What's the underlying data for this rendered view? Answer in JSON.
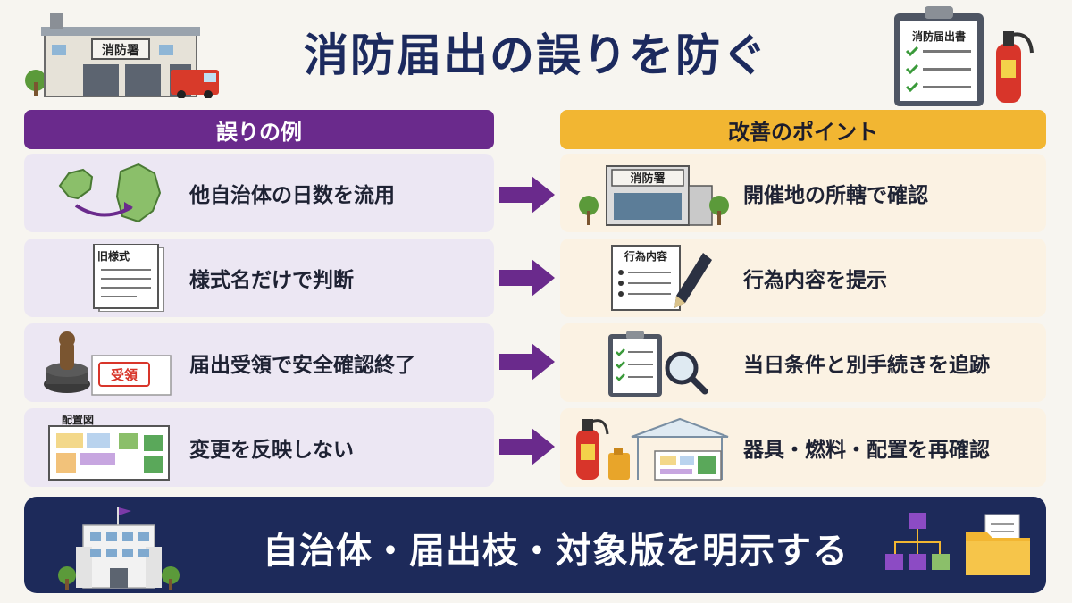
{
  "title": "消防届出の誤りを防ぐ",
  "header_icons": {
    "fire_station_sign": "消防署",
    "clipboard_label": "消防届出書"
  },
  "columns": {
    "mistakes_header": "誤りの例",
    "improvements_header": "改善のポイント"
  },
  "rows": [
    {
      "mistake": "他自治体の日数を流用",
      "mistake_icon": "map-transfer-icon",
      "improvement": "開催地の所轄で確認",
      "improvement_icon": "fire-station-icon",
      "improvement_icon_label": "消防署"
    },
    {
      "mistake": "様式名だけで判断",
      "mistake_icon": "old-form-document-icon",
      "mistake_icon_label": "旧様式",
      "improvement": "行為内容を提示",
      "improvement_icon": "document-pen-icon",
      "improvement_icon_label": "行為内容"
    },
    {
      "mistake": "届出受領で安全確認終了",
      "mistake_icon": "stamp-icon",
      "mistake_icon_label": "受領",
      "improvement": "当日条件と別手続きを追跡",
      "improvement_icon": "checklist-magnifier-icon"
    },
    {
      "mistake": "変更を反映しない",
      "mistake_icon": "layout-plan-icon",
      "mistake_icon_label": "配置図",
      "improvement": "器具・燃料・配置を再確認",
      "improvement_icon": "extinguisher-tent-icon"
    }
  ],
  "footer": {
    "text": "自治体・届出枝・対象版を明示する",
    "left_icon": "city-hall-icon",
    "right_icons": [
      "hierarchy-icon",
      "folder-icon"
    ]
  },
  "colors": {
    "title": "#1c2a5e",
    "mistakes_header_bg": "#6a2a8c",
    "improvements_header_bg": "#f2b632",
    "mistake_row_bg": "#ece7f3",
    "improvement_row_bg": "#fbf2e3",
    "arrow": "#6a2a8c",
    "footer_bg": "#1d2a5a"
  }
}
